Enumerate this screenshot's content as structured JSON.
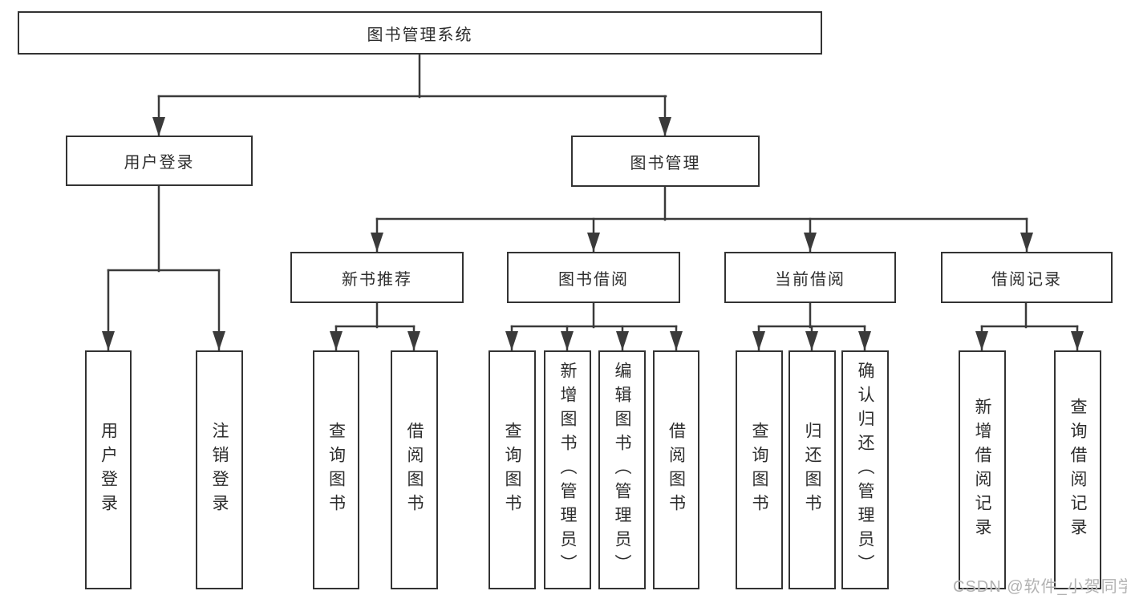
{
  "nodes": {
    "root": "图书管理系统",
    "level2": {
      "user_login": "用户登录",
      "book_management": "图书管理"
    },
    "level3": {
      "new_book_recommend": "新书推荐",
      "book_borrowing": "图书借阅",
      "current_borrowing": "当前借阅",
      "borrowing_records": "借阅记录"
    },
    "leaves": {
      "user_login": [
        "用户登录",
        "注销登录"
      ],
      "new_book_recommend": [
        "查询图书",
        "借阅图书"
      ],
      "book_borrowing": [
        "查询图书",
        "新增图书（管理员）",
        "编辑图书（管理员）",
        "借阅图书"
      ],
      "current_borrowing": [
        "查询图书",
        "归还图书",
        "确认归还（管理员）"
      ],
      "borrowing_records": [
        "新增借阅记录",
        "查询借阅记录"
      ]
    }
  },
  "watermark": "CSDN @软件_小贺同学",
  "colors": {
    "line": "#3a3a3a",
    "border": "#333333",
    "text": "#2d2d2d",
    "background": "#ffffff",
    "watermark": "#b2b2b2"
  }
}
